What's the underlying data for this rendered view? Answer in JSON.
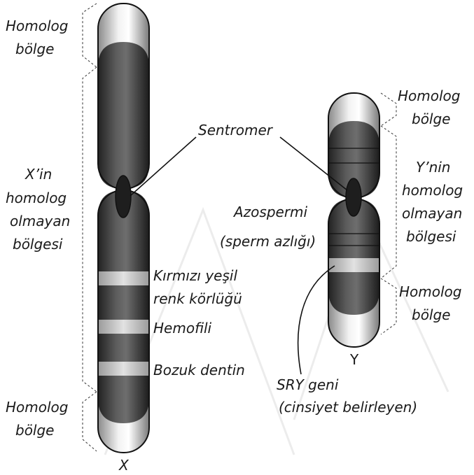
{
  "labels": {
    "x_top_homolog": [
      "Homolog",
      "bölge"
    ],
    "x_nonhomolog": [
      "X’in",
      "homolog",
      "olmayan",
      "bölgesi"
    ],
    "x_bottom_homolog": [
      "Homolog",
      "bölge"
    ],
    "x_name": "X",
    "centromere": "Sentromer",
    "colorblind": [
      "Kırmızı yeşil",
      "renk körlüğü"
    ],
    "hemophilia": "Hemofili",
    "dentin": "Bozuk dentin",
    "y_top_homolog": [
      "Homolog",
      "bölge"
    ],
    "y_nonhomolog": [
      "Y’nin",
      "homolog",
      "olmayan",
      "bölgesi"
    ],
    "azoospermia": [
      "Azospermi",
      "(sperm azlığı)"
    ],
    "y_bottom_homolog": [
      "Homolog",
      "bölge"
    ],
    "y_name": "Y",
    "sry": [
      "SRY geni",
      "(cinsiyet belirleyen)"
    ]
  },
  "colors": {
    "chromosome_dark": "#2e2e2e",
    "chromosome_mid": "#6a6a6a",
    "homolog_light": "#d9d9d9",
    "band_light": "#c8c8c8",
    "centromere": "#1e1e1e",
    "watermark": "#e6e6e6"
  }
}
